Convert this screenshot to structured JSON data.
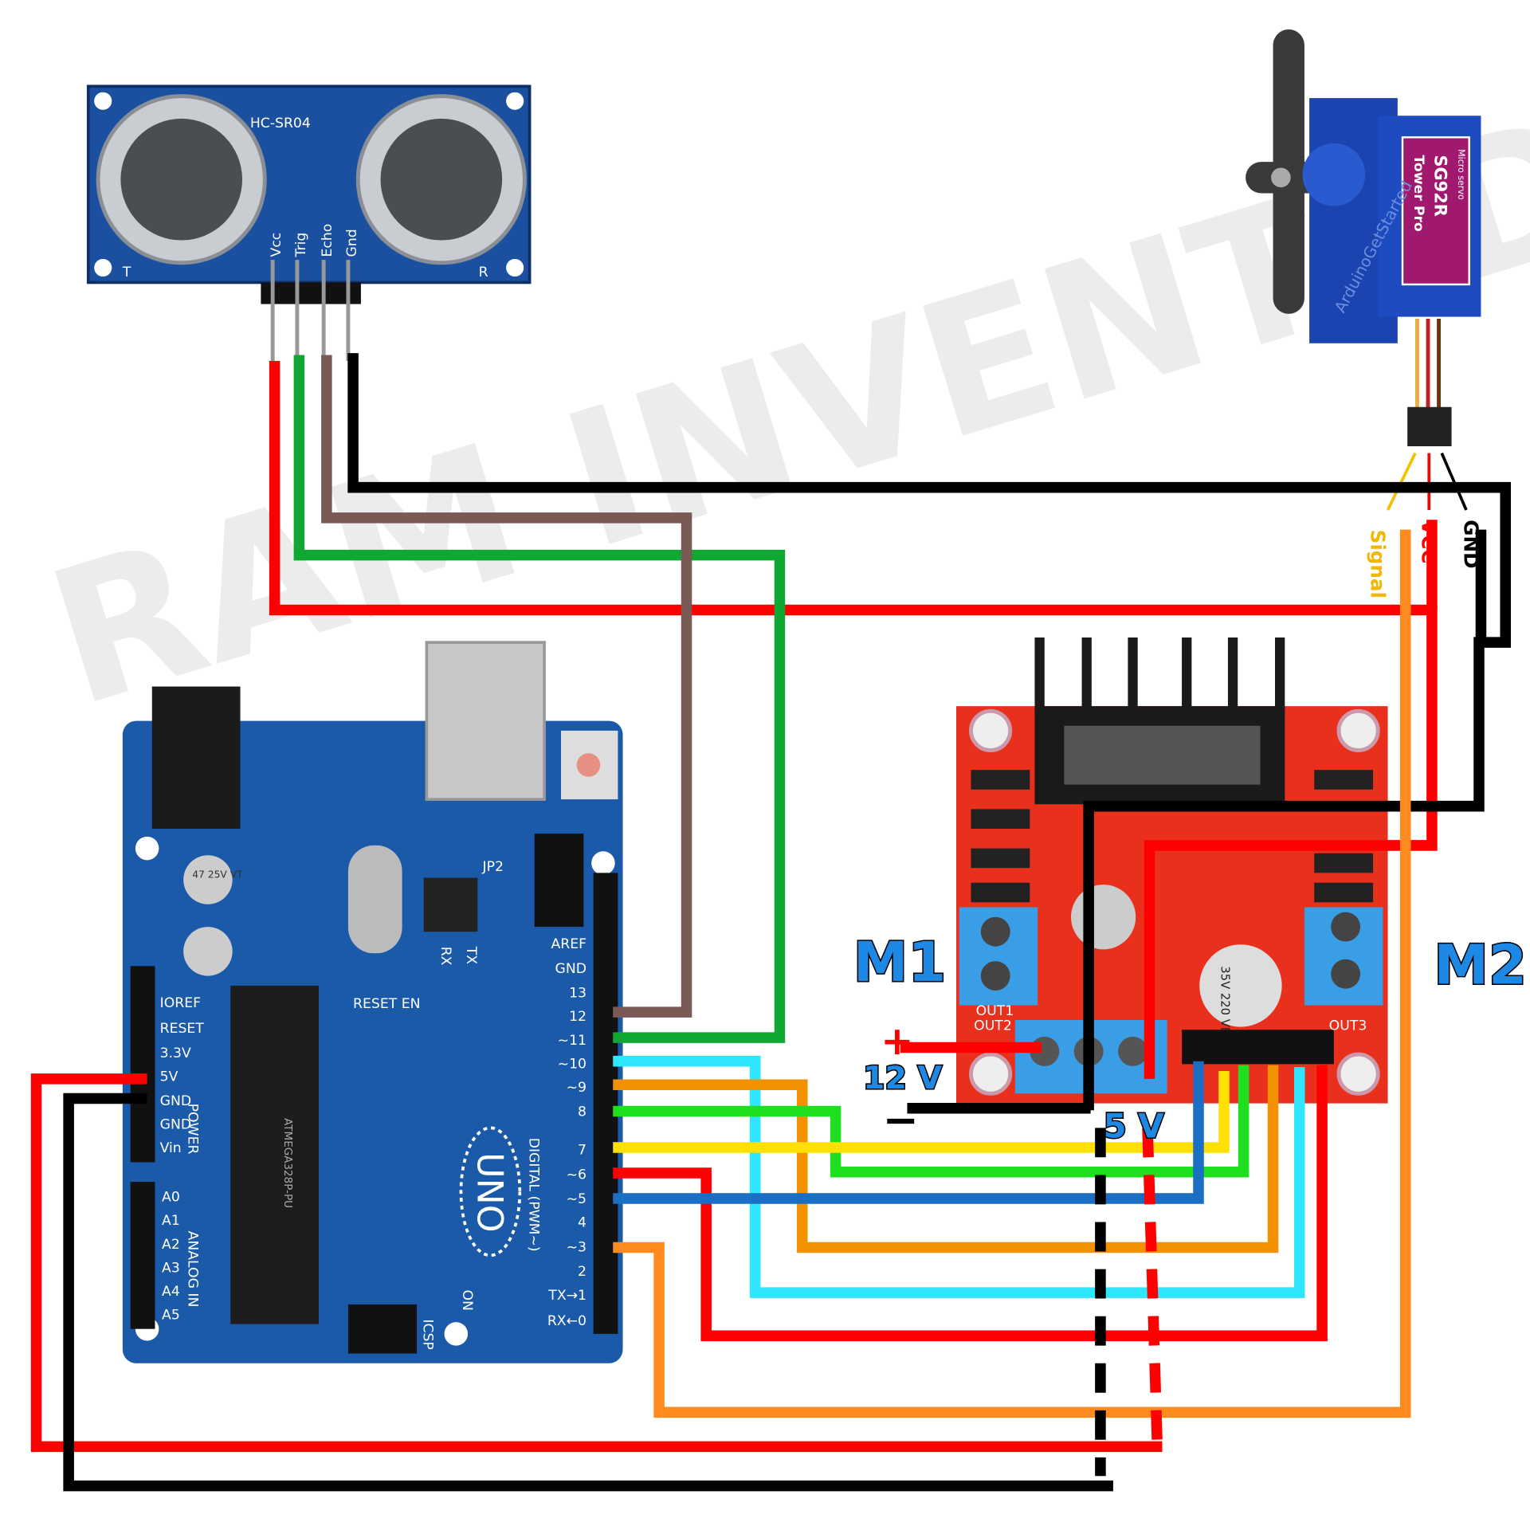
{
  "watermark": "RAM INVENTED TECH",
  "sensor": {
    "name": "HC-SR04",
    "pins": [
      "Vcc",
      "Trig",
      "Echo",
      "Gnd"
    ],
    "left": "T",
    "right": "R"
  },
  "servo": {
    "line1": "Micro servo",
    "model": "SG92R",
    "brand": "Tower Pro",
    "watermark": "ArduinoGetStarted",
    "pin_labels": {
      "signal": "Signal",
      "vcc": "VCC",
      "gnd": "GND"
    }
  },
  "arduino": {
    "board": "UNO",
    "digital_label": "DIGITAL (PWM~)",
    "digital_pins": [
      "AREF",
      "GND",
      "13",
      "12",
      "~11",
      "~10",
      "~9",
      "8",
      "7",
      "~6",
      "~5",
      "4",
      "~3",
      "2",
      "TX→1",
      "RX←0"
    ],
    "power_label": "POWER",
    "power_pins": [
      "IOREF",
      "RESET",
      "3.3V",
      "5V",
      "GND",
      "GND",
      "Vin"
    ],
    "analog_label": "ANALOG IN",
    "analog_pins": [
      "A0",
      "A1",
      "A2",
      "A3",
      "A4",
      "A5"
    ],
    "chip": "ATMEGA328P-PU",
    "cap": "47 25V VT",
    "on": "ON",
    "icsp": "ICSP",
    "tx": "TX",
    "rx": "RX",
    "jp2": "JP2",
    "reset_en": "RESET EN"
  },
  "driver": {
    "out1": "OUT1",
    "out2": "OUT2",
    "out3": "OUT3",
    "cap": "35V 220 VE"
  },
  "labels": {
    "m1": "M1",
    "m2": "M2",
    "plus": "+",
    "v12": "12 V",
    "minus": "−",
    "v5": "5 V"
  },
  "wire_colors": {
    "red": "#ff0000",
    "black": "#000000",
    "green": "#10a832",
    "brown": "#7a5a55",
    "cyan": "#2ee6ff",
    "orange": "#f39200",
    "lime": "#1ee01e",
    "yellow": "#ffe000",
    "blue": "#1a6fc4",
    "servo_orange": "#ff8a1e"
  }
}
